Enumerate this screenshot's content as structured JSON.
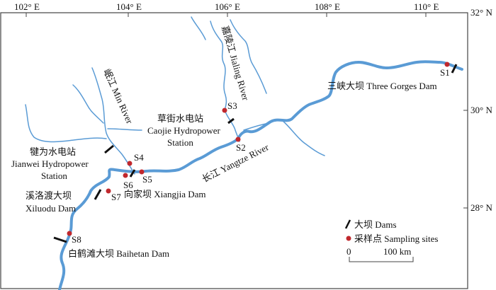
{
  "map": {
    "longitude_ticks": [
      "102° E",
      "104° E",
      "106° E",
      "108° E",
      "110° E"
    ],
    "latitude_ticks": [
      "32° N",
      "30° N",
      "28° N"
    ]
  },
  "rivers": {
    "min": "岷江 Min River",
    "jialing": "嘉陵江 Jialing River",
    "yangtze": "长江 Yangtze River"
  },
  "dams": {
    "three_gorges": "三峡大坝 Three Gorges Dam",
    "caojie_line1": "草街水电站",
    "caojie_line2": "Caojie Hydropower",
    "caojie_line3": "Station",
    "jianwei_line1": "犍为水电站",
    "jianwei_line2": "Jianwei Hydropower",
    "jianwei_line3": "Station",
    "xiangjia": "向家坝 Xiangjia Dam",
    "xiluodu_line1": "溪洛渡大坝",
    "xiluodu_line2": "Xiluodu Dam",
    "baihetan": "白鹤滩大坝 Baihetan Dam"
  },
  "sites": [
    "S1",
    "S2",
    "S3",
    "S4",
    "S5",
    "S6",
    "S7",
    "S8"
  ],
  "legend": {
    "dams": "大坝 Dams",
    "sampling": "采样点 Sampling sites",
    "scale_start": "0",
    "scale_end": "100 km"
  },
  "colors": {
    "river": "#5a9bd5",
    "site": "#c0282d",
    "dam": "#111111",
    "frame": "#444444"
  }
}
